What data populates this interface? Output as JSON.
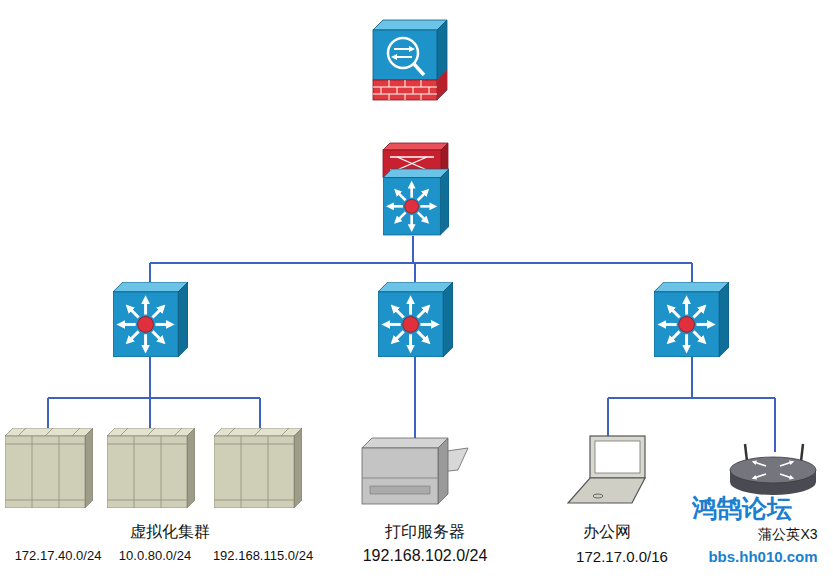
{
  "diagram": {
    "nodes": [
      {
        "text": [
          "虚拟化集群",
          "172.17.40.0/24",
          "10.0.80.0/24",
          "192.168.115.0/24"
        ]
      },
      {
        "text": [
          "打印服务器",
          "192.168.102.0/24"
        ]
      },
      {
        "text": [
          "办公网",
          "172.17.0.0/16"
        ]
      },
      {
        "text": [
          "蒲公英X3"
        ]
      }
    ],
    "labels": [
      "鸿鹄论坛",
      "bbs.hh010.com"
    ]
  }
}
